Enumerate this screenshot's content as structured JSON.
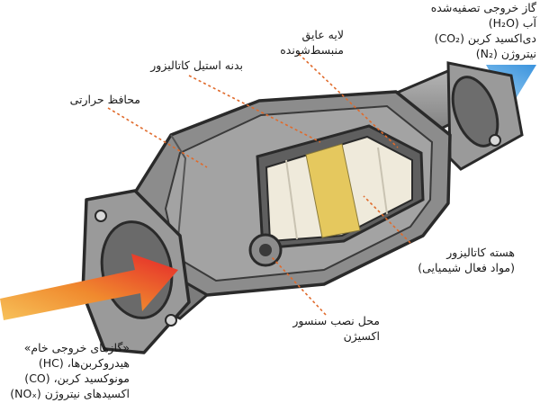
{
  "labels": {
    "exhaust_clean": {
      "title": "گاز خروجی تصفیه‌شده",
      "line1": "آب (H₂O)",
      "line2": "دی‌اکسید کربن (CO₂)",
      "line3": "نیتروژن (N₂)"
    },
    "insulation_layer": {
      "line1": "لایه عایق",
      "line2": "منبسط‌شونده"
    },
    "steel_body": "بدنه استیل کاتالیزور",
    "heat_shield": "محافظ حرارتی",
    "catalyst_core": {
      "line1": "هسته کاتالیزور",
      "line2": "(مواد فعال شیمیایی)"
    },
    "sensor_mount": {
      "line1": "محل نصب سنسور",
      "line2": "اکسیژن"
    },
    "raw_exhaust": {
      "title": "«گازهای خروجی خام»",
      "line1": "هیدروکربن‌ها، (HC)",
      "line2": "مونوکسید کربن، (CO)",
      "line3": "اکسیدهای نیتروژن (NOₓ)"
    }
  },
  "colors": {
    "body_gray": "#8f8f8f",
    "body_dark": "#5d5d5d",
    "outline": "#2a2a2a",
    "core_cream": "#efeadb",
    "core_yellow": "#e5c85e",
    "arrow_clean": "#4aa6e6",
    "arrow_hot": "#e8382a",
    "leader": "#e06a2b"
  }
}
